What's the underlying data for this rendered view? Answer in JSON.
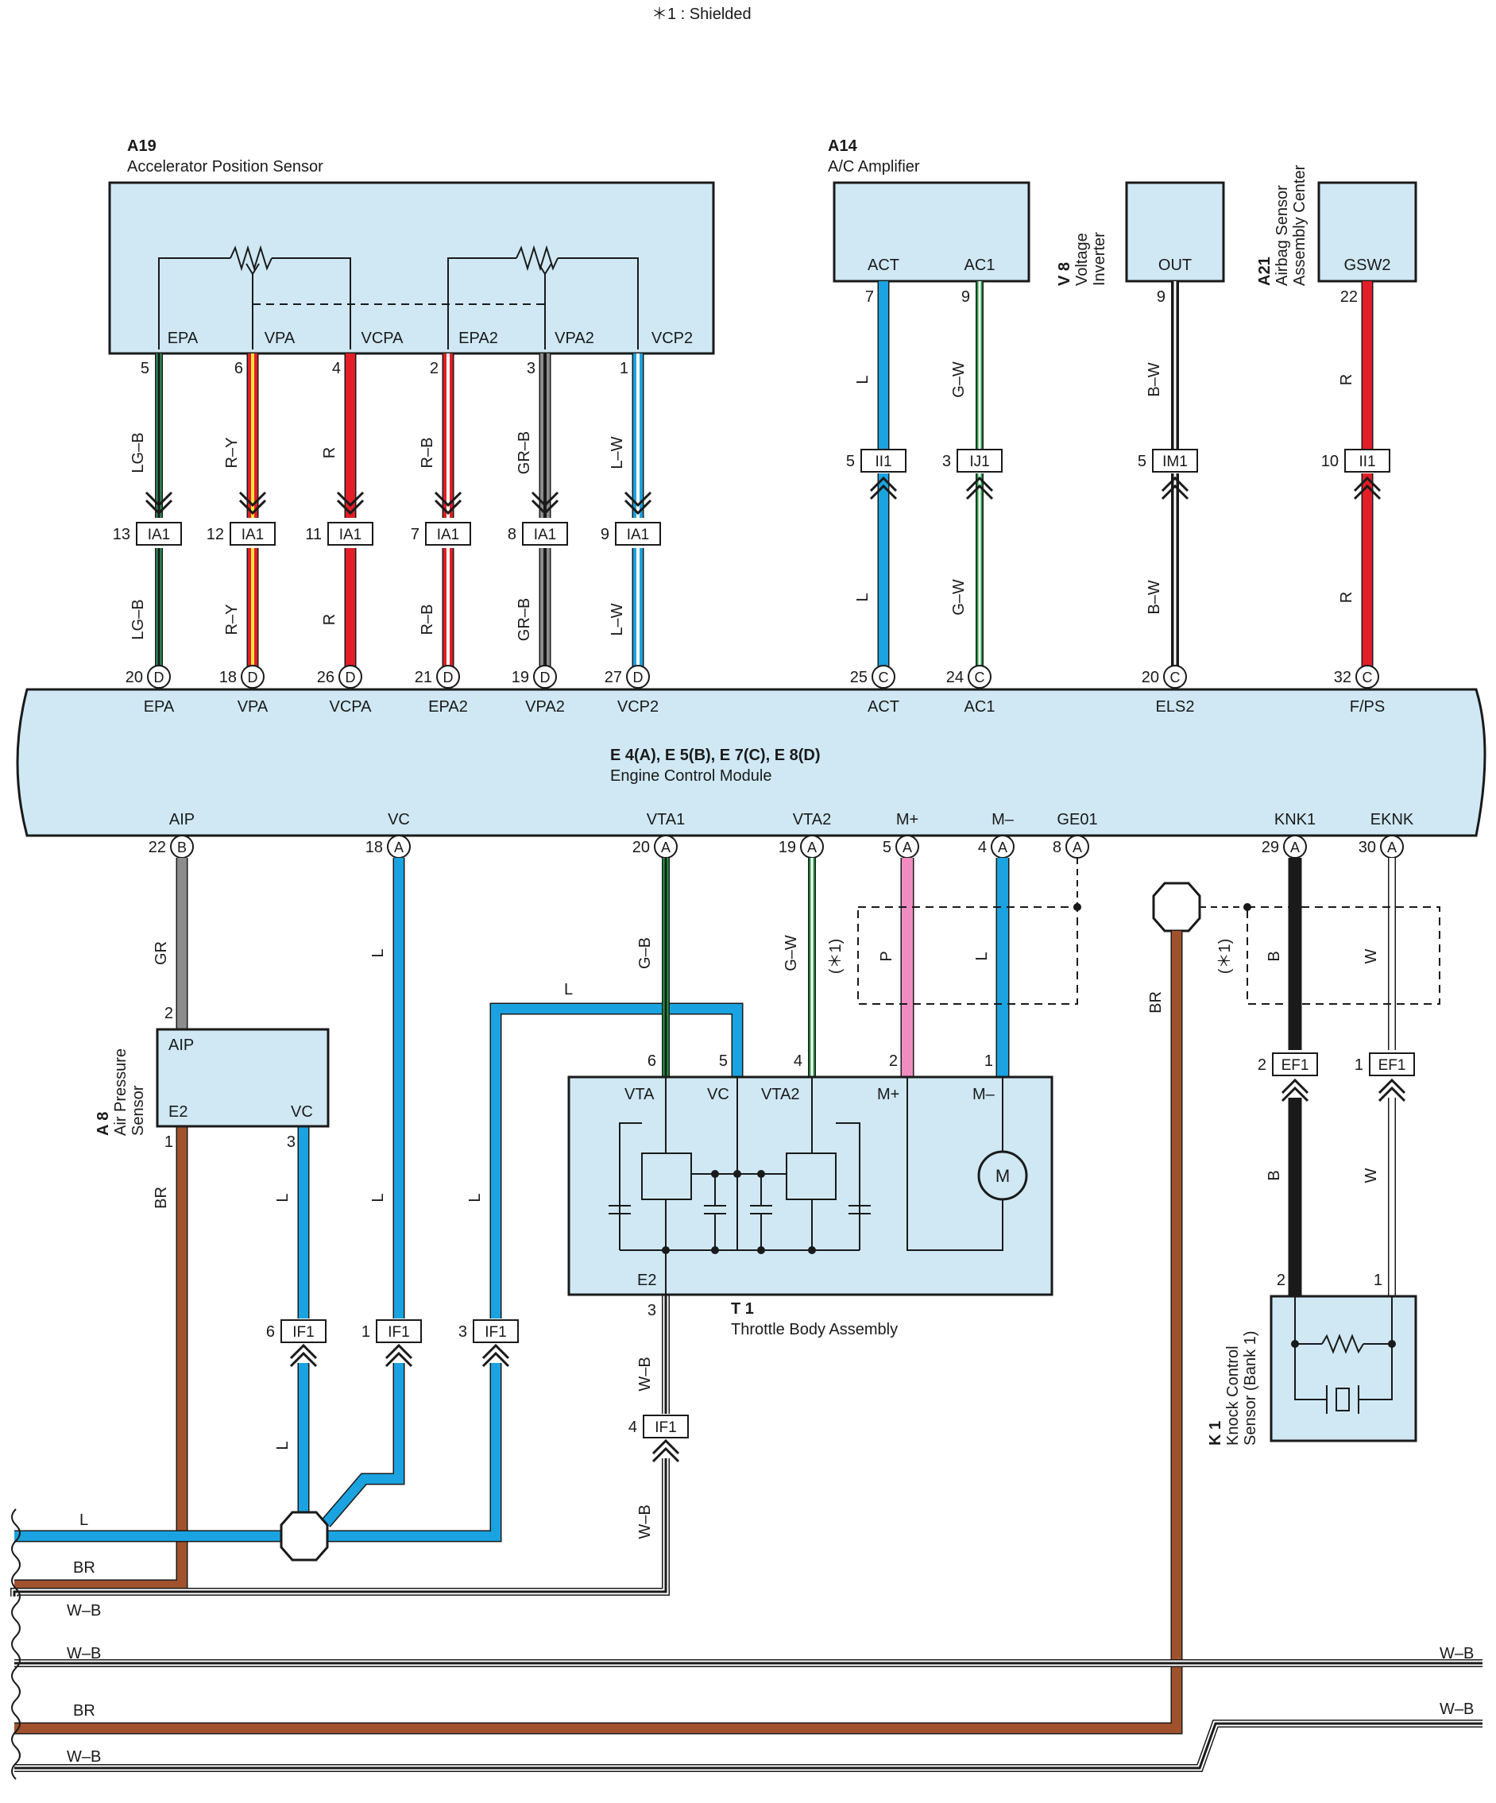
{
  "note": "＊1 : Shielded",
  "colors": {
    "box_fill": "#cfe8f4",
    "L": "#1aa3e0",
    "LG": "#2f9a5a",
    "G": "#22a046",
    "Y": "#f3e63a",
    "R": "#e21e26",
    "GR": "#8c8c8c",
    "B": "#1a1a1a",
    "W": "#ffffff",
    "BR": "#a0522d",
    "P": "#f08cc0"
  },
  "components": {
    "a19": {
      "code": "A19",
      "name": "Accelerator Position Sensor"
    },
    "a14": {
      "code": "A14",
      "name": "A/C Amplifier"
    },
    "v8": {
      "code": "V 8",
      "name1": "Voltage",
      "name2": "Inverter"
    },
    "a21": {
      "code": "A21",
      "name1": "Airbag Sensor",
      "name2": "Assembly Center"
    },
    "ecm": {
      "code": "E 4(A), E 5(B), E 7(C), E 8(D)",
      "name": "Engine Control Module"
    },
    "a8": {
      "code": "A 8",
      "name1": "Air Pressure",
      "name2": "Sensor"
    },
    "t1": {
      "code": "T 1",
      "name": "Throttle Body Assembly"
    },
    "k1": {
      "code": "K 1",
      "name1": "Knock Control",
      "name2": "Sensor (Bank 1)"
    }
  },
  "a19_terminals": [
    "EPA",
    "VPA",
    "VCPA",
    "EPA2",
    "VPA2",
    "VCP2"
  ],
  "a14_terminals": [
    "ACT",
    "AC1"
  ],
  "v8_terminal": "OUT",
  "a21_terminal": "GSW2",
  "ecm_top_pins": [
    {
      "name": "EPA",
      "num": "20",
      "conn": "D"
    },
    {
      "name": "VPA",
      "num": "18",
      "conn": "D"
    },
    {
      "name": "VCPA",
      "num": "26",
      "conn": "D"
    },
    {
      "name": "EPA2",
      "num": "21",
      "conn": "D"
    },
    {
      "name": "VPA2",
      "num": "19",
      "conn": "D"
    },
    {
      "name": "VCP2",
      "num": "27",
      "conn": "D"
    },
    {
      "name": "ACT",
      "num": "25",
      "conn": "C"
    },
    {
      "name": "AC1",
      "num": "24",
      "conn": "C"
    },
    {
      "name": "ELS2",
      "num": "20",
      "conn": "C"
    },
    {
      "name": "F/PS",
      "num": "32",
      "conn": "C"
    }
  ],
  "ecm_bottom_pins": [
    {
      "name": "AIP",
      "num": "22",
      "conn": "B"
    },
    {
      "name": "VC",
      "num": "18",
      "conn": "A"
    },
    {
      "name": "VTA1",
      "num": "20",
      "conn": "A"
    },
    {
      "name": "VTA2",
      "num": "19",
      "conn": "A"
    },
    {
      "name": "M+",
      "num": "5",
      "conn": "A"
    },
    {
      "name": "M–",
      "num": "4",
      "conn": "A"
    },
    {
      "name": "GE01",
      "num": "8",
      "conn": "A"
    },
    {
      "name": "KNK1",
      "num": "29",
      "conn": "A"
    },
    {
      "name": "EKNK",
      "num": "30",
      "conn": "A"
    }
  ],
  "top_wires": [
    {
      "pin": "5",
      "color": "LG–B",
      "j_num": "13",
      "j_name": "IA1",
      "w": "EPA"
    },
    {
      "pin": "6",
      "color": "R–Y",
      "j_num": "12",
      "j_name": "IA1",
      "w": "VPA"
    },
    {
      "pin": "4",
      "color": "R",
      "j_num": "11",
      "j_name": "IA1",
      "w": "VCPA"
    },
    {
      "pin": "2",
      "color": "R–B",
      "j_num": "7",
      "j_name": "IA1",
      "w": "EPA2"
    },
    {
      "pin": "3",
      "color": "GR–B",
      "j_num": "8",
      "j_name": "IA1",
      "w": "VPA2"
    },
    {
      "pin": "1",
      "color": "L–W",
      "j_num": "9",
      "j_name": "IA1",
      "w": "VCP2"
    },
    {
      "pin": "7",
      "color": "L",
      "j_num": "5",
      "j_name": "II1",
      "w": "ACT"
    },
    {
      "pin": "9",
      "color": "G–W",
      "j_num": "3",
      "j_name": "IJ1",
      "w": "AC1"
    },
    {
      "pin": "9",
      "color": "B–W",
      "j_num": "5",
      "j_name": "IM1",
      "w": "ELS2"
    },
    {
      "pin": "22",
      "color": "R",
      "j_num": "10",
      "j_name": "II1",
      "w": "FPS"
    }
  ],
  "bottom": {
    "aip_color": "GR",
    "aip_pin": "2",
    "a8_terms": {
      "aip": "AIP",
      "e2": "E2",
      "vc": "VC"
    },
    "a8_pins": {
      "e2": "1",
      "vc": "3"
    },
    "br": "BR",
    "l": "L",
    "p": "P",
    "gw": "G–W",
    "gb": "G–B",
    "b": "B",
    "w": "W",
    "wb": "W–B",
    "shield": "(＊1)",
    "t1_terms": {
      "vta": "VTA",
      "vc": "VC",
      "vta2": "VTA2",
      "mp": "M+",
      "mm": "M–",
      "e2": "E2",
      "motor": "M"
    },
    "t1_pins": {
      "vta": "6",
      "vc": "5",
      "vta2": "4",
      "mp": "2",
      "mm": "1",
      "e2": "3"
    },
    "if1_a": {
      "num": "6",
      "name": "IF1"
    },
    "if1_b": {
      "num": "1",
      "name": "IF1"
    },
    "if1_c": {
      "num": "3",
      "name": "IF1"
    },
    "if1_d": {
      "num": "4",
      "name": "IF1"
    },
    "ef1_a": {
      "num": "2",
      "name": "EF1"
    },
    "ef1_b": {
      "num": "1",
      "name": "EF1"
    },
    "k1_pins": {
      "b": "2",
      "w": "1"
    }
  },
  "ground_wires": [
    "L",
    "BR",
    "W–B",
    "W–B",
    "BR",
    "W–B"
  ],
  "ground_right": [
    "W–B",
    "W–B"
  ]
}
